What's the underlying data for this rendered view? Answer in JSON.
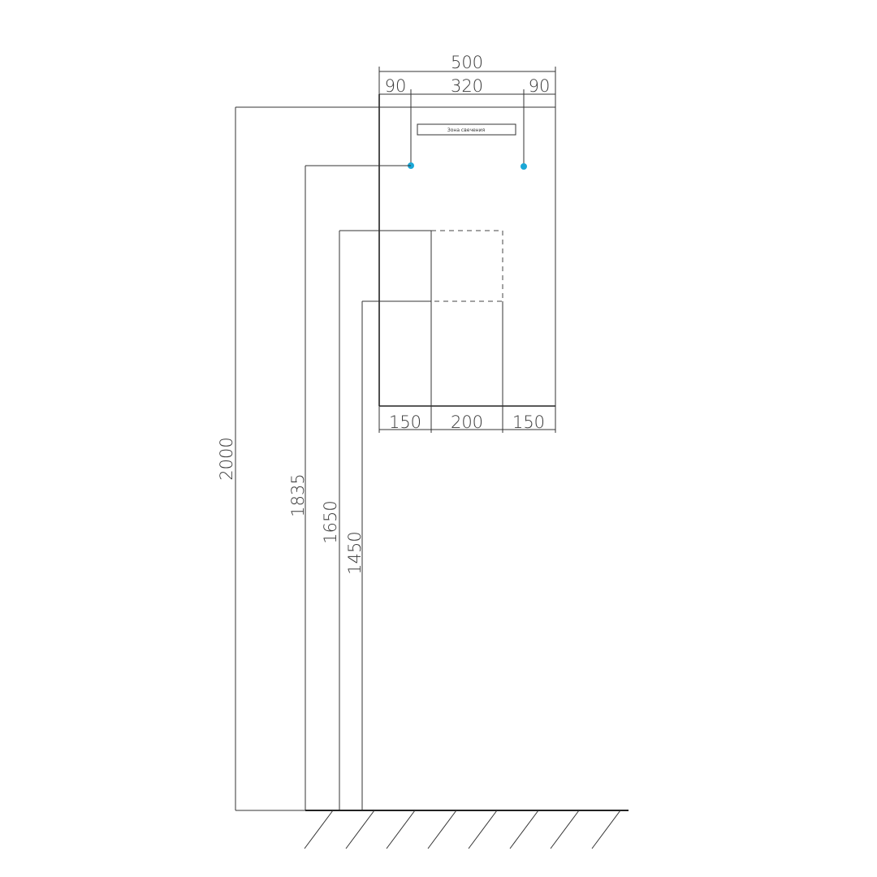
{
  "dimensions": {
    "top_total": "500",
    "top_left": "90",
    "top_center": "320",
    "top_right": "90",
    "bottom_left": "150",
    "bottom_center": "200",
    "bottom_right": "150",
    "height_total": "2000",
    "height_sockets": "1835",
    "height_shelf_top": "1650",
    "height_shelf_bottom": "1450"
  },
  "labels": {
    "light_zone": "Зона свечения"
  },
  "colors": {
    "socket": "#1aa7d6",
    "lines": "#333333"
  }
}
